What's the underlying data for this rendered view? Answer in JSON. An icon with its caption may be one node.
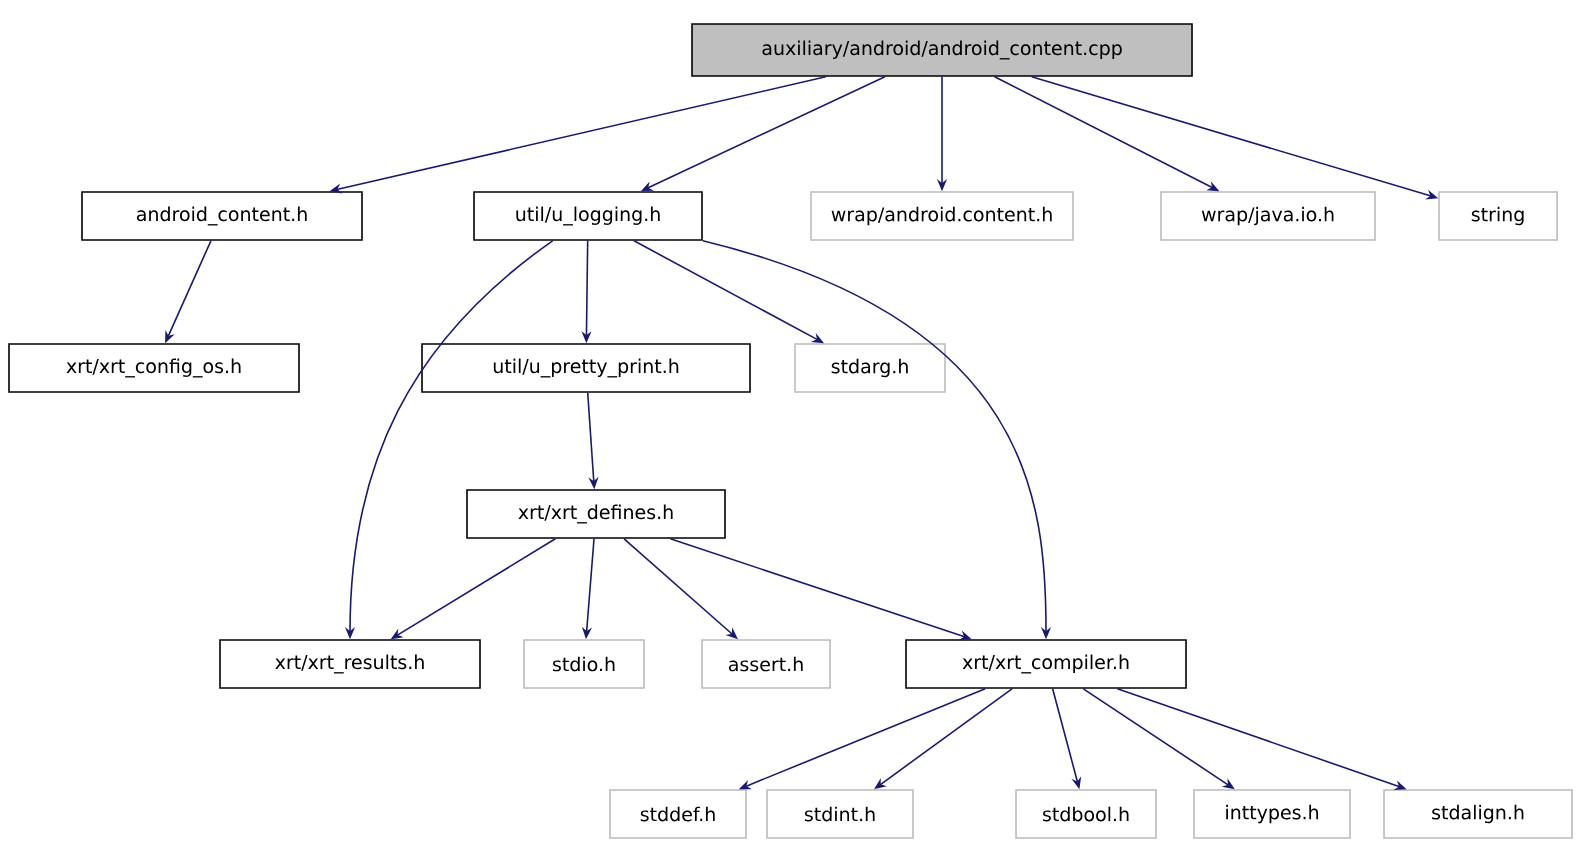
{
  "diagram": {
    "nodes": [
      {
        "text": [
          "auxiliary/android/android_content.cpp"
        ]
      },
      {
        "text": [
          "android_content.h"
        ]
      },
      {
        "text": [
          "util/u_logging.h"
        ]
      },
      {
        "text": [
          "wrap/android.content.h"
        ]
      },
      {
        "text": [
          "wrap/java.io.h"
        ]
      },
      {
        "text": [
          "string"
        ]
      },
      {
        "text": [
          "xrt/xrt_config_os.h"
        ]
      },
      {
        "text": [
          "util/u_pretty_print.h"
        ]
      },
      {
        "text": [
          "stdarg.h"
        ]
      },
      {
        "text": [
          "xrt/xrt_defines.h"
        ]
      },
      {
        "text": [
          "xrt/xrt_results.h"
        ]
      },
      {
        "text": [
          "stdio.h"
        ]
      },
      {
        "text": [
          "assert.h"
        ]
      },
      {
        "text": [
          "xrt/xrt_compiler.h"
        ]
      },
      {
        "text": [
          "stddef.h"
        ]
      },
      {
        "text": [
          "stdint.h"
        ]
      },
      {
        "text": [
          "stdbool.h"
        ]
      },
      {
        "text": [
          "inttypes.h"
        ]
      },
      {
        "text": [
          "stdalign.h"
        ]
      }
    ],
    "edges": [
      {
        "from": 0,
        "to": 1,
        "arrow": "to"
      },
      {
        "from": 0,
        "to": 2,
        "arrow": "to"
      },
      {
        "from": 0,
        "to": 3,
        "arrow": "to"
      },
      {
        "from": 0,
        "to": 4,
        "arrow": "to"
      },
      {
        "from": 0,
        "to": 5,
        "arrow": "to"
      },
      {
        "from": 1,
        "to": 6,
        "arrow": "to"
      },
      {
        "from": 2,
        "to": 10,
        "arrow": "to"
      },
      {
        "from": 2,
        "to": 7,
        "arrow": "to"
      },
      {
        "from": 2,
        "to": 8,
        "arrow": "to"
      },
      {
        "from": 2,
        "to": 13,
        "arrow": "to"
      },
      {
        "from": 7,
        "to": 9,
        "arrow": "to"
      },
      {
        "from": 9,
        "to": 10,
        "arrow": "to"
      },
      {
        "from": 9,
        "to": 11,
        "arrow": "to"
      },
      {
        "from": 9,
        "to": 12,
        "arrow": "to"
      },
      {
        "from": 9,
        "to": 13,
        "arrow": "to"
      },
      {
        "from": 13,
        "to": 14,
        "arrow": "to"
      },
      {
        "from": 13,
        "to": 15,
        "arrow": "to"
      },
      {
        "from": 13,
        "to": 16,
        "arrow": "to"
      },
      {
        "from": 13,
        "to": 17,
        "arrow": "to"
      },
      {
        "from": 13,
        "to": 18,
        "arrow": "to"
      }
    ]
  }
}
